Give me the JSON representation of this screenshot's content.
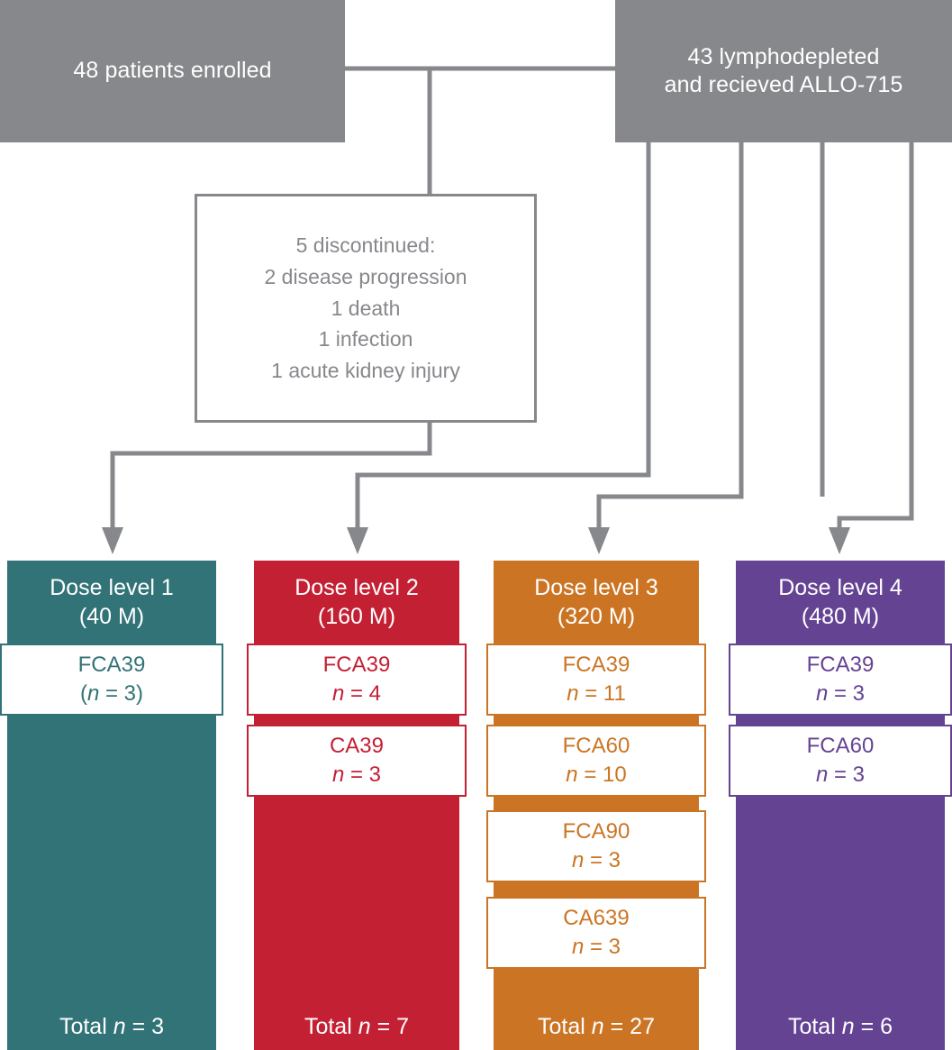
{
  "colors": {
    "grey": "#87888c",
    "teal": "#327377",
    "red": "#c42034",
    "orange": "#cb7524",
    "purple": "#654393",
    "white": "#ffffff"
  },
  "top": {
    "enrolled": "48 patients enrolled",
    "lymphodepleted_line1": "43 lymphodepleted",
    "lymphodepleted_line2": "and recieved ALLO-715"
  },
  "discontinued": {
    "heading": "5 discontinued:",
    "reasons": [
      "2 disease progression",
      "1 death",
      "1 infection",
      "1 acute kidney injury"
    ]
  },
  "columns": [
    {
      "id": "dose-level-1",
      "title_line1": "Dose level 1",
      "title_line2": "(40 M)",
      "color": "#327377",
      "total": "Total n = 3",
      "total_prefix": "Total ",
      "total_italic": "n",
      "total_suffix": " = 3",
      "regimens": [
        {
          "name": "FCA39",
          "n_text": "(n = 3)",
          "n_prefix": "(",
          "n_italic": "n",
          "n_suffix": " = 3)"
        }
      ]
    },
    {
      "id": "dose-level-2",
      "title_line1": "Dose level 2",
      "title_line2": "(160 M)",
      "color": "#c42034",
      "total": "Total n = 7",
      "total_prefix": "Total ",
      "total_italic": "n",
      "total_suffix": " = 7",
      "regimens": [
        {
          "name": "FCA39",
          "n_text": "n = 4",
          "n_prefix": "",
          "n_italic": "n",
          "n_suffix": " = 4"
        },
        {
          "name": "CA39",
          "n_text": "n = 3",
          "n_prefix": "",
          "n_italic": "n",
          "n_suffix": " = 3"
        }
      ]
    },
    {
      "id": "dose-level-3",
      "title_line1": "Dose level 3",
      "title_line2": "(320 M)",
      "color": "#cb7524",
      "total": "Total n = 27",
      "total_prefix": "Total ",
      "total_italic": "n",
      "total_suffix": " = 27",
      "regimens": [
        {
          "name": "FCA39",
          "n_text": "n = 11",
          "n_prefix": "",
          "n_italic": "n",
          "n_suffix": " = 11"
        },
        {
          "name": "FCA60",
          "n_text": "n = 10",
          "n_prefix": "",
          "n_italic": "n",
          "n_suffix": " = 10"
        },
        {
          "name": "FCA90",
          "n_text": "n = 3",
          "n_prefix": "",
          "n_italic": "n",
          "n_suffix": " = 3"
        },
        {
          "name": "CA639",
          "n_text": "n = 3",
          "n_prefix": "",
          "n_italic": "n",
          "n_suffix": " = 3"
        }
      ]
    },
    {
      "id": "dose-level-4",
      "title_line1": "Dose level 4",
      "title_line2": "(480 M)",
      "color": "#654393",
      "total": "Total n = 6",
      "total_prefix": "Total ",
      "total_italic": "n",
      "total_suffix": " = 6",
      "regimens": [
        {
          "name": "FCA39",
          "n_text": "n = 3",
          "n_prefix": "",
          "n_italic": "n",
          "n_suffix": " = 3"
        },
        {
          "name": "FCA60",
          "n_text": "n = 3",
          "n_prefix": "",
          "n_italic": "n",
          "n_suffix": " = 3"
        }
      ]
    }
  ]
}
